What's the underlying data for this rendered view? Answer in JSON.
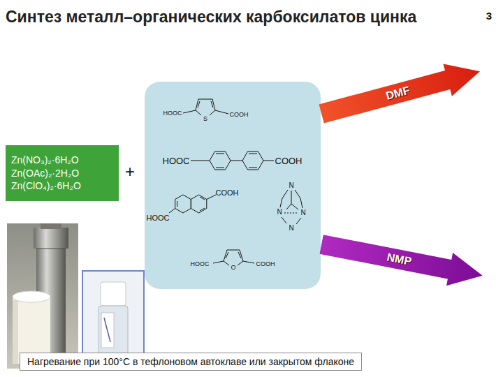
{
  "diagram": {
    "title": "Синтез металл–органических карбоксилатов цинка",
    "caption": "Нагревание при 100°С в тефлоновом автоклаве или закрытом флаконе",
    "nodes": [
      {
        "text": [
          "Zn(NO₃)₂·6H₂O",
          "Zn(OAc)₂·2H₂O",
          "Zn(ClO₄)₂·6H₂O"
        ]
      },
      {
        "text": [
          "DMF"
        ]
      },
      {
        "text": [
          "NMP"
        ]
      }
    ],
    "labels": [
      "3",
      "+",
      "HOOC",
      "S",
      "COOH",
      "HOOC",
      "COOH",
      "COOH",
      "HOOC",
      "N",
      "N",
      "N",
      "N",
      "HOOC",
      "O",
      "COOH"
    ]
  }
}
